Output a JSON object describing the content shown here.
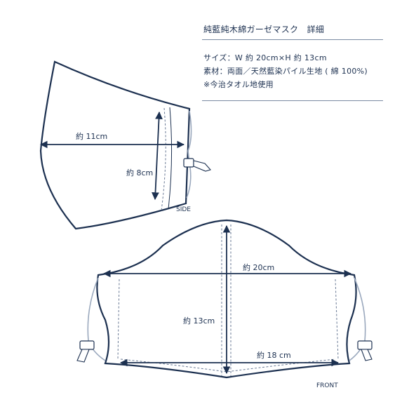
{
  "spec": {
    "title": "純藍純木綿ガーゼマスク　詳細",
    "lines": [
      "サイズ：W 約 20cm×H 約 13cm",
      "素材：両面／天然藍染パイル生地 ( 綿 100%)",
      "※今治タオル地使用"
    ]
  },
  "side": {
    "label": "SIDE",
    "width_label": "約 11cm",
    "height_label": "約 8cm"
  },
  "front": {
    "label": "FRONT",
    "width_label": "約 20cm",
    "height_label": "約 13cm",
    "bottom_label": "約 18 cm"
  },
  "colors": {
    "outline": "#1c3050",
    "dash": "#6a7a95",
    "cord": "#9aa8bd"
  }
}
